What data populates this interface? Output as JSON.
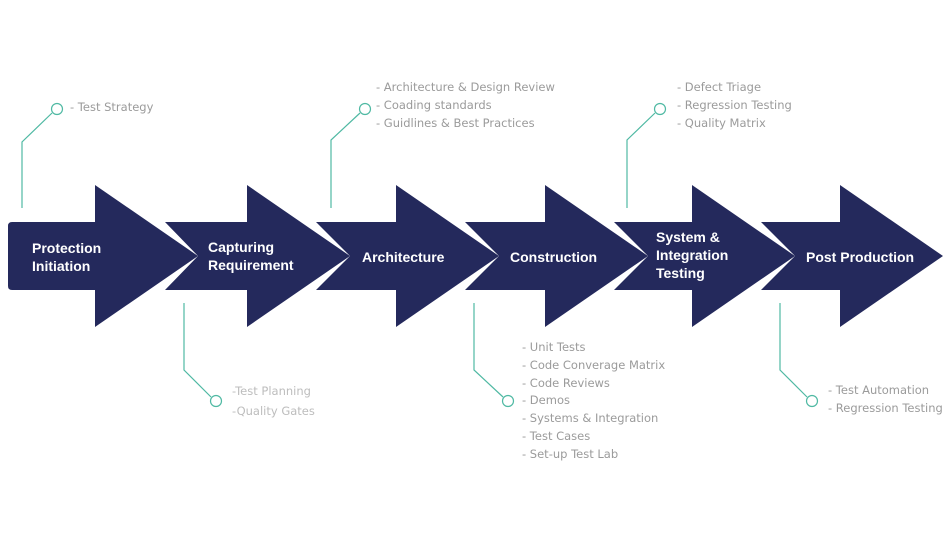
{
  "colors": {
    "arrow_fill": "#24295c",
    "connector": "#4fb9a3",
    "note_text": "#9b9b9b"
  },
  "stages": [
    {
      "label_lines": [
        "Protection",
        "Initiation"
      ]
    },
    {
      "label_lines": [
        "Capturing",
        "Requirement"
      ]
    },
    {
      "label_lines": [
        "Architecture"
      ]
    },
    {
      "label_lines": [
        "Construction"
      ]
    },
    {
      "label_lines": [
        "System &",
        "Integration",
        "Testing"
      ]
    },
    {
      "label_lines": [
        "Post Production"
      ]
    }
  ],
  "notes": {
    "protection_initiation": [
      "- Test Strategy"
    ],
    "capturing_requirement": [
      "-Test Planning",
      "-Quality Gates"
    ],
    "architecture": [
      "- Architecture & Design Review",
      "- Coading standards",
      "- Guidlines & Best Practices"
    ],
    "construction": [
      "- Unit Tests",
      "- Code Converage Matrix",
      "- Code Reviews",
      "- Demos",
      "- Systems & Integration",
      "- Test Cases",
      "- Set-up Test Lab"
    ],
    "system_integration": [
      "- Defect Triage",
      "- Regression Testing",
      "- Quality Matrix"
    ],
    "post_production": [
      "- Test Automation",
      "- Regression Testing"
    ]
  }
}
